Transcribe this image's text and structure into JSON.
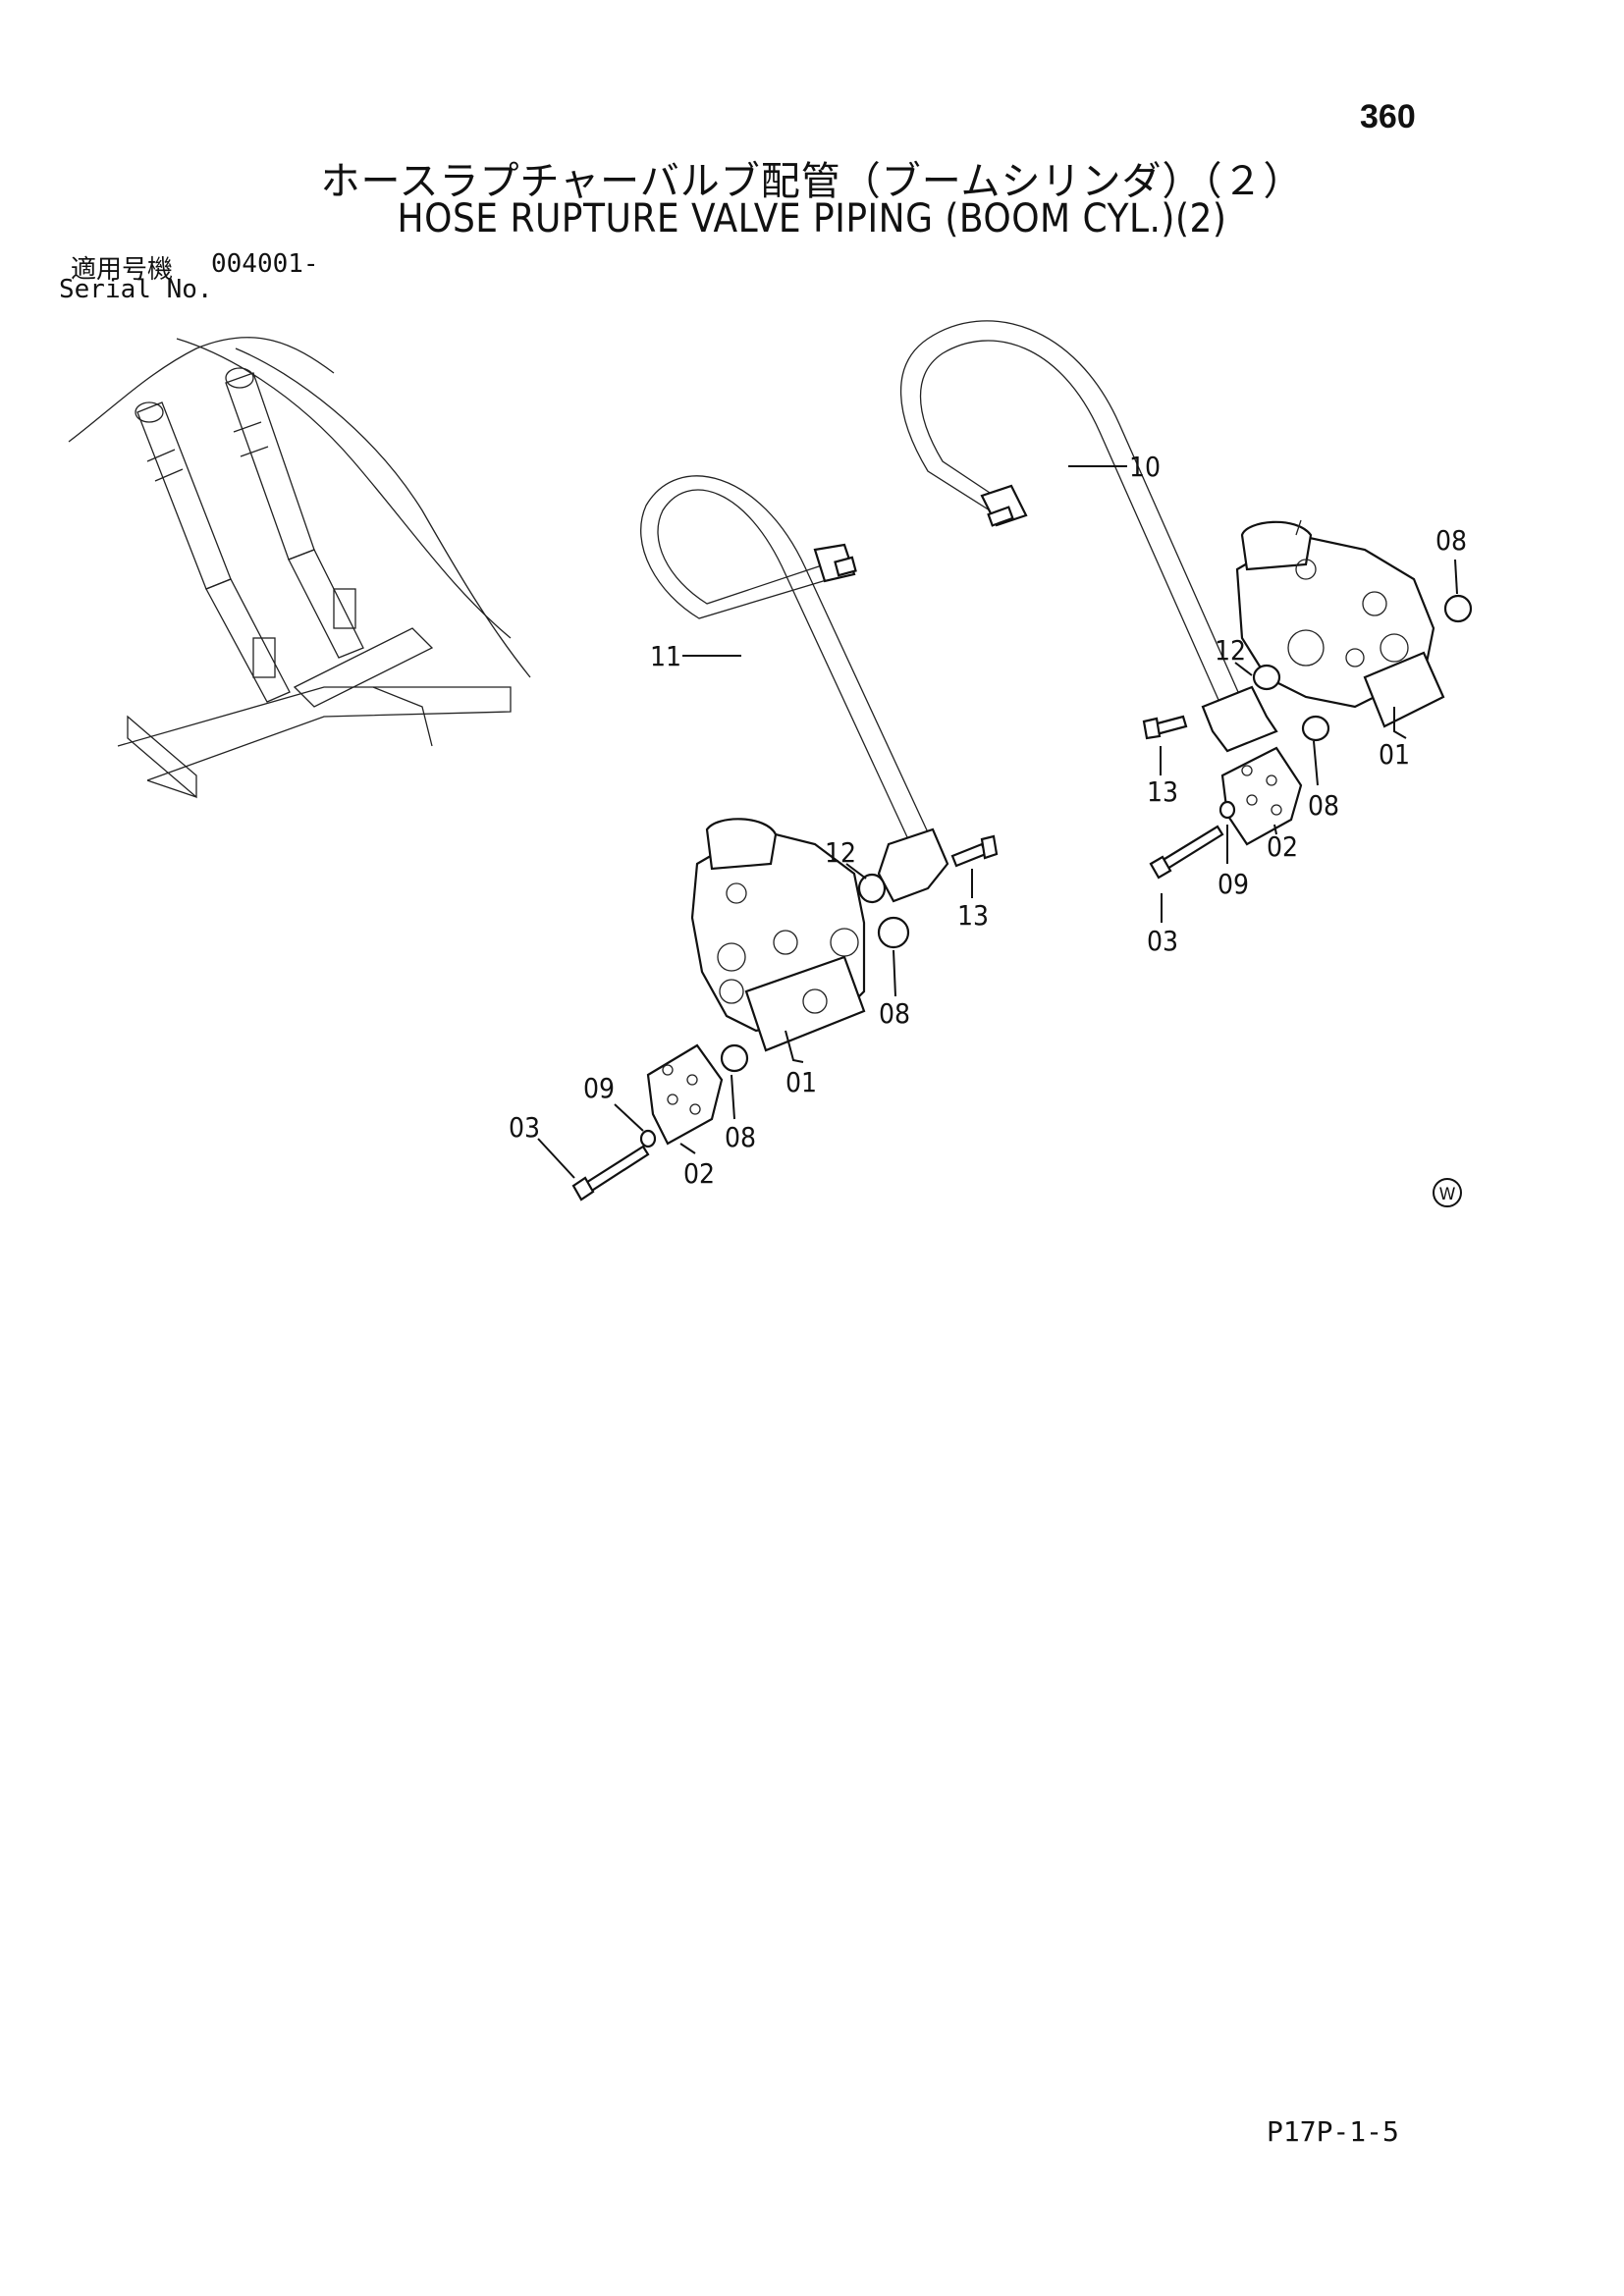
{
  "header": {
    "page_number": "360",
    "title_jp": "ホースラプチャーバルブ配管（ブームシリンダ）（２）",
    "title_en": "HOSE RUPTURE VALVE PIPING (BOOM CYL.)(2)"
  },
  "serial": {
    "label_jp": "適用号機",
    "value": "004001-",
    "label_en": "Serial No."
  },
  "callouts": {
    "c10": "10",
    "c11": "11",
    "c12a": "12",
    "c12b": "12",
    "c13a": "13",
    "c13b": "13",
    "c08a": "08",
    "c08b": "08",
    "c08c": "08",
    "c08d": "08",
    "c01a": "01",
    "c01b": "01",
    "c02a": "02",
    "c02b": "02",
    "c03a": "03",
    "c03b": "03",
    "c09a": "09",
    "c09b": "09"
  },
  "mark": "W",
  "footer": {
    "code": "P17P-1-5"
  }
}
